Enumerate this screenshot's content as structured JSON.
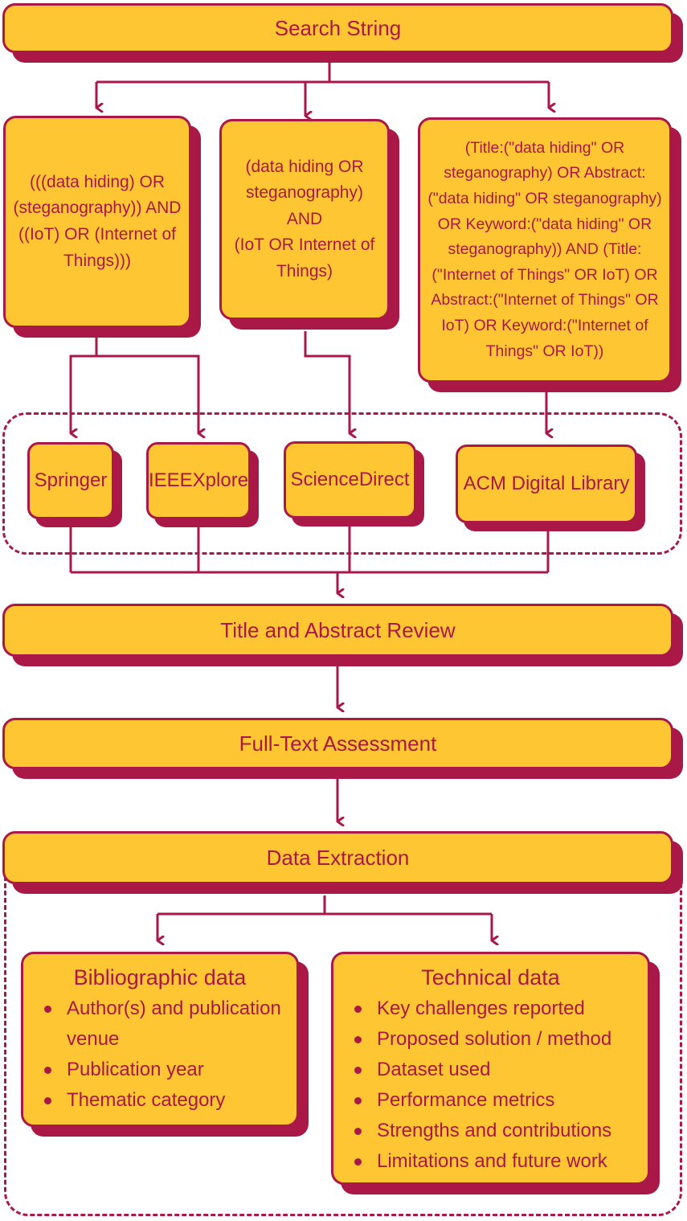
{
  "search_string": "Search String",
  "queries": {
    "springer_ieee": [
      "(((data hiding) OR",
      "(steganography)) AND",
      "((IoT) OR (Internet of",
      "Things)))"
    ],
    "sciencedirect": [
      "(data hiding OR",
      "steganography) AND",
      "(IoT OR Internet of",
      "Things)"
    ],
    "acm": [
      "(Title:(\"data hiding\" OR",
      "steganography) OR Abstract:",
      "(\"data hiding\" OR steganography)",
      "OR Keyword:(\"data hiding\" OR",
      "steganography)) AND (Title:",
      "(\"Internet of Things\" OR IoT) OR",
      "Abstract:(\"Internet of Things\" OR",
      "IoT) OR Keyword:(\"Internet of",
      "Things\" OR IoT))"
    ]
  },
  "libraries": [
    "Springer",
    "IEEEXplore",
    "ScienceDirect",
    "ACM Digital Library"
  ],
  "stages": [
    "Title and Abstract Review",
    "Full-Text Assessment",
    "Data Extraction"
  ],
  "bibliographic": {
    "title": "Bibliographic data",
    "items": [
      "Author(s) and publication venue",
      "Publication year",
      "Thematic category"
    ]
  },
  "technical": {
    "title": "Technical data",
    "items": [
      "Key challenges reported",
      "Proposed solution / method",
      "Dataset used",
      "Performance metrics",
      "Strengths and contributions",
      "Limitations and future work"
    ]
  },
  "colors": {
    "fill": "#FEC633",
    "accent": "#AA1848"
  }
}
